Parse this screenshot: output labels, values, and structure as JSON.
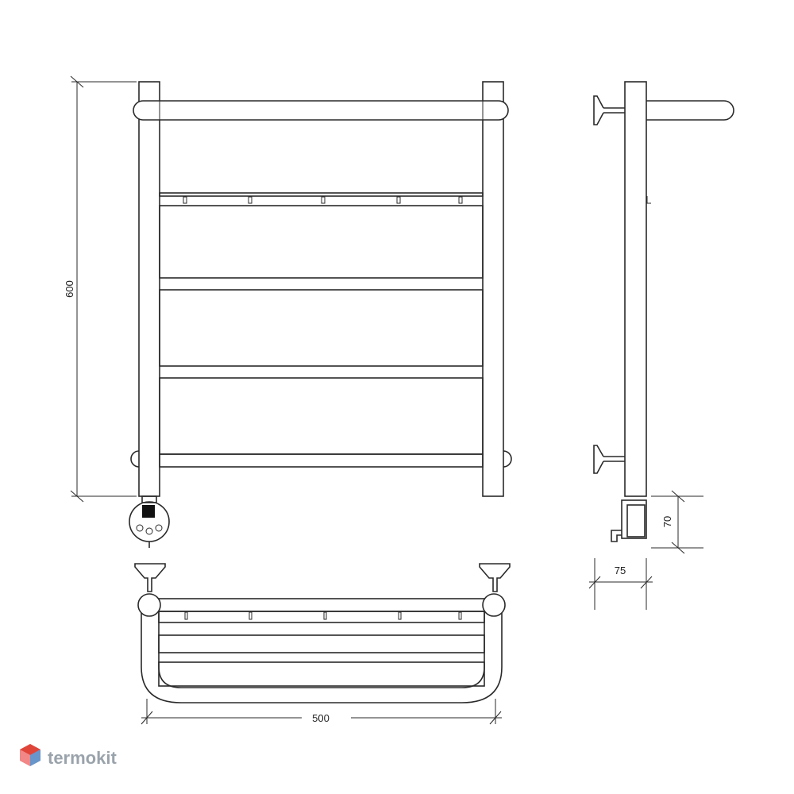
{
  "dimensions": {
    "height": "600",
    "width": "500",
    "depth": "75",
    "heater_height": "70"
  },
  "brand": {
    "name": "termokit",
    "logo_colors": [
      "#e0453a",
      "#3a8fd6",
      "#f0a0a0"
    ]
  },
  "views": [
    "front-view",
    "side-view",
    "top-view"
  ]
}
